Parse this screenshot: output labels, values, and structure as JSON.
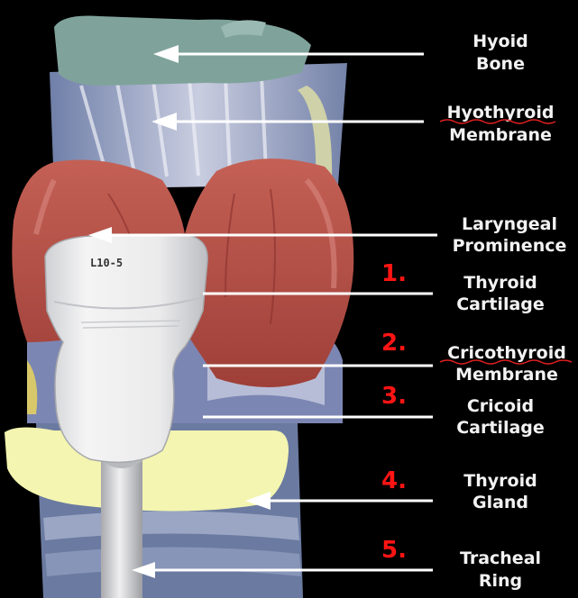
{
  "probe": {
    "model": "L10-5"
  },
  "labels": [
    {
      "number": "",
      "line1": "Hyoid",
      "line2": "Bone"
    },
    {
      "number": "",
      "line1": "Hyothyroid",
      "line2": "Membrane"
    },
    {
      "number": "",
      "line1": "Laryngeal",
      "line2": "Prominence"
    },
    {
      "number": "1.",
      "line1": "Thyroid",
      "line2": "Cartilage"
    },
    {
      "number": "2.",
      "line1": "Cricothyroid",
      "line2": "Membrane"
    },
    {
      "number": "3.",
      "line1": "Cricoid",
      "line2": "Cartilage"
    },
    {
      "number": "4.",
      "line1": "Thyroid",
      "line2": "Gland"
    },
    {
      "number": "5.",
      "line1": "Tracheal",
      "line2": "Ring"
    }
  ],
  "colors": {
    "background": "#000000",
    "label_text": "#f2f2f2",
    "step_number": "#ff1414",
    "hyoid_bone": "#7fa39b",
    "thyroid_cartilage": "#b8544a",
    "thyroid_gland": "#f3f5b0",
    "probe": "#e9e9ea"
  }
}
